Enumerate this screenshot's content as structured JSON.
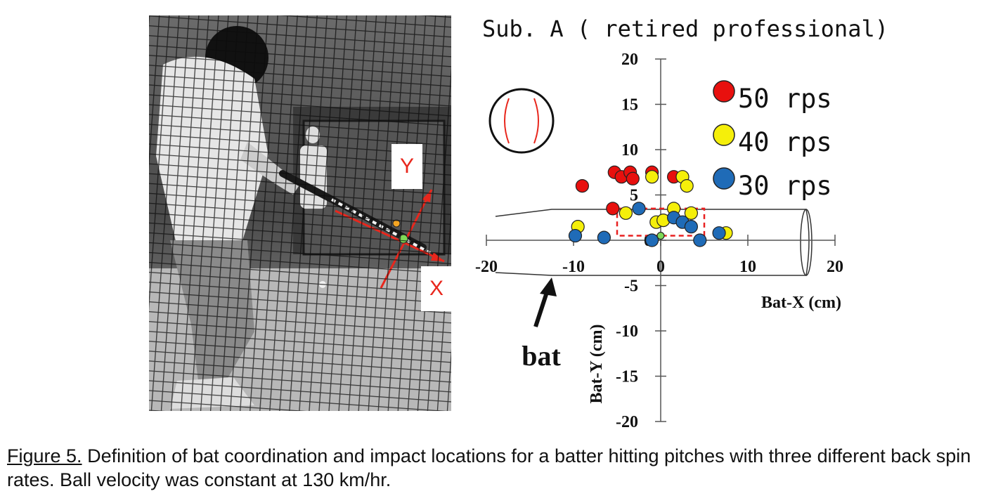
{
  "photo": {
    "y_axis_label": "Y",
    "x_axis_label": "X"
  },
  "colors": {
    "series_50": "#e8100e",
    "series_40": "#f5ef0a",
    "series_30": "#1f6bb7",
    "axis_arrow": "#e8271d",
    "zone_box": "#e82020"
  },
  "chart_data": {
    "type": "scatter",
    "title": "Sub. A ( retired professional)",
    "xlabel": "Bat-X (cm)",
    "ylabel": "Bat-Y (cm)",
    "xlim": [
      -20,
      20
    ],
    "ylim": [
      -20,
      20
    ],
    "xticks": [
      -20,
      -10,
      0,
      10,
      20
    ],
    "yticks": [
      -20,
      -15,
      -10,
      -5,
      0,
      5,
      10,
      15,
      20
    ],
    "grid": false,
    "legend_position": "top-right",
    "annotation": "bat",
    "sweet_spot_box": {
      "x": [
        -5,
        5
      ],
      "y": [
        0.5,
        3.5
      ]
    },
    "series": [
      {
        "name": "50 rps",
        "color": "#e8100e",
        "points": [
          [
            -9,
            6
          ],
          [
            -5.3,
            7.5
          ],
          [
            -4.5,
            7
          ],
          [
            -3.5,
            7.5
          ],
          [
            -3.2,
            6.8
          ],
          [
            -1,
            7.5
          ],
          [
            1.5,
            7
          ],
          [
            -5.5,
            3.5
          ]
        ]
      },
      {
        "name": "40 rps",
        "color": "#f5ef0a",
        "points": [
          [
            -9.5,
            1.5
          ],
          [
            -4,
            3
          ],
          [
            -1,
            7
          ],
          [
            2.5,
            7
          ],
          [
            3,
            6
          ],
          [
            1.5,
            3.5
          ],
          [
            3.5,
            3
          ],
          [
            -0.5,
            2
          ],
          [
            0.3,
            2.2
          ],
          [
            7.5,
            0.8
          ]
        ]
      },
      {
        "name": "30 rps",
        "color": "#1f6bb7",
        "points": [
          [
            -9.8,
            0.5
          ],
          [
            -6.5,
            0.3
          ],
          [
            -2.5,
            3.5
          ],
          [
            1.5,
            2.5
          ],
          [
            2.5,
            2
          ],
          [
            3.5,
            1.5
          ],
          [
            -1,
            0
          ],
          [
            4.5,
            0
          ],
          [
            6.7,
            0.8
          ]
        ]
      },
      {
        "name": "",
        "color": "#7ed957",
        "points": [
          [
            0,
            0.5
          ]
        ]
      }
    ]
  },
  "caption": {
    "label": "Figure 5.",
    "text": "   Definition of bat coordination and impact locations for a batter hitting pitches with three different back spin rates.    Ball velocity was constant at 130 km/hr."
  }
}
